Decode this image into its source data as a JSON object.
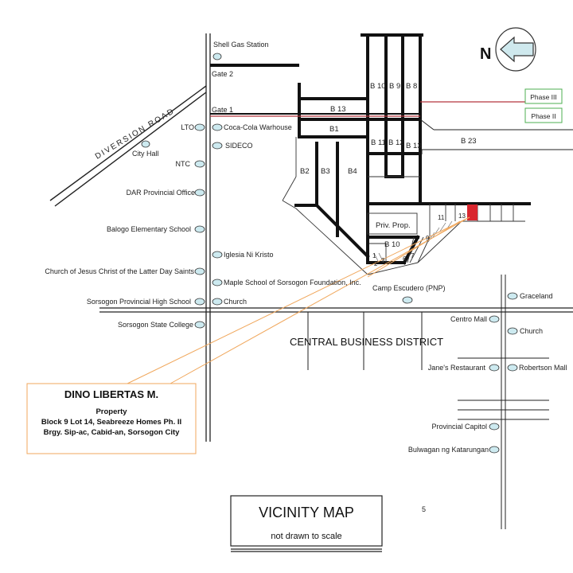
{
  "map": {
    "north_label": "N",
    "top_road_labels": {
      "shell_gas_station": "Shell Gas Station",
      "gate_2": "Gate 2",
      "gate_1": "Gate 1"
    },
    "diversion_road": "DIVERSION ROAD",
    "left_landmarks": {
      "lto": "LTO",
      "city_hall": "City Hall",
      "ntc": "NTC",
      "dar_office": "DAR Provincial Office",
      "balogo_school": "Balogo Elementary School",
      "church_lds": "Church of Jesus Christ of the Latter Day Saints",
      "sorsogon_high_school": "Sorsogon Provincial High School",
      "sorsogon_state_college": "Sorsogon State College"
    },
    "mid_landmarks": {
      "coca_cola": "Coca-Cola Warhouse",
      "sideco": "SIDECO",
      "iglesia": "Iglesia Ni Kristo",
      "maple_school": "Maple School of Sorsogon Foundation, Inc.",
      "church_mid": "Church",
      "camp_escudero": "Camp Escudero (PNP)"
    },
    "right_landmarks": {
      "graceland": "Graceland",
      "centro_mall": "Centro Mall",
      "church_right": "Church",
      "janes_restaurant": "Jane's Restaurant",
      "robertson_mall": "Robertson Mall",
      "provincial_capitol": "Provincial Capitol",
      "bulwagan": "Bulwagan ng Katarungan"
    },
    "blocks": {
      "b1": "B1",
      "b2": "B2",
      "b3": "B3",
      "b4": "B4",
      "b8": "B 8",
      "b9": "B 9",
      "b10_top": "B 10",
      "b11": "B 11",
      "b12": "B 12",
      "b13_right": "B 13",
      "b13_top": "B 13",
      "b23": "B 23",
      "b10_bottom": "B 10"
    },
    "lots": {
      "l1": "1",
      "l2": "2",
      "l3": "3",
      "l6": "6",
      "l7": "7",
      "l9": "9",
      "l11": "11",
      "l13": "13"
    },
    "private_property": "Priv. Prop.",
    "phase_3": "Phase III",
    "phase_2": "Phase II",
    "cbd": "CENTRAL BUSINESS DISTRICT",
    "owner_box": {
      "name": "DINO LIBERTAS M.",
      "line1": "Property",
      "line2": "Block 9 Lot 14, Seabreeze Homes Ph. II",
      "line3": "Brgy. Sip-ac, Cabid-an, Sorsogon City"
    },
    "title_box": {
      "title": "VICINITY MAP",
      "subtitle": "not drawn to scale"
    },
    "page_number": "5"
  },
  "colors": {
    "road": "#111111",
    "subject_lot": "#d9262e",
    "phase_line": "#b4363e",
    "phase_box": "#4caf50",
    "leader": "#f0a75c",
    "arrow_fill": "#cfe9ee",
    "landmark_fill": "#cdeaf0"
  }
}
